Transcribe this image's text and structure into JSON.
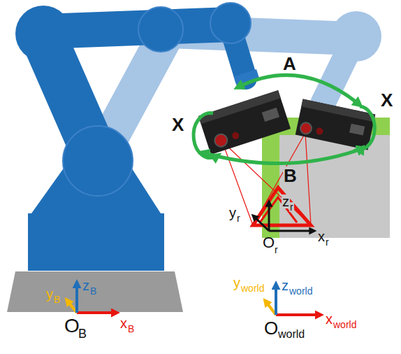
{
  "diagram": {
    "labels": [
      "A",
      "X",
      "X",
      "B",
      "z",
      "r",
      "y",
      "r",
      "O",
      "r",
      "x",
      "r",
      "z",
      "B",
      "y",
      "B",
      "O",
      "B",
      "x",
      "B",
      "z",
      "world",
      "y",
      "world",
      "O",
      "world",
      "x",
      "world"
    ]
  }
}
